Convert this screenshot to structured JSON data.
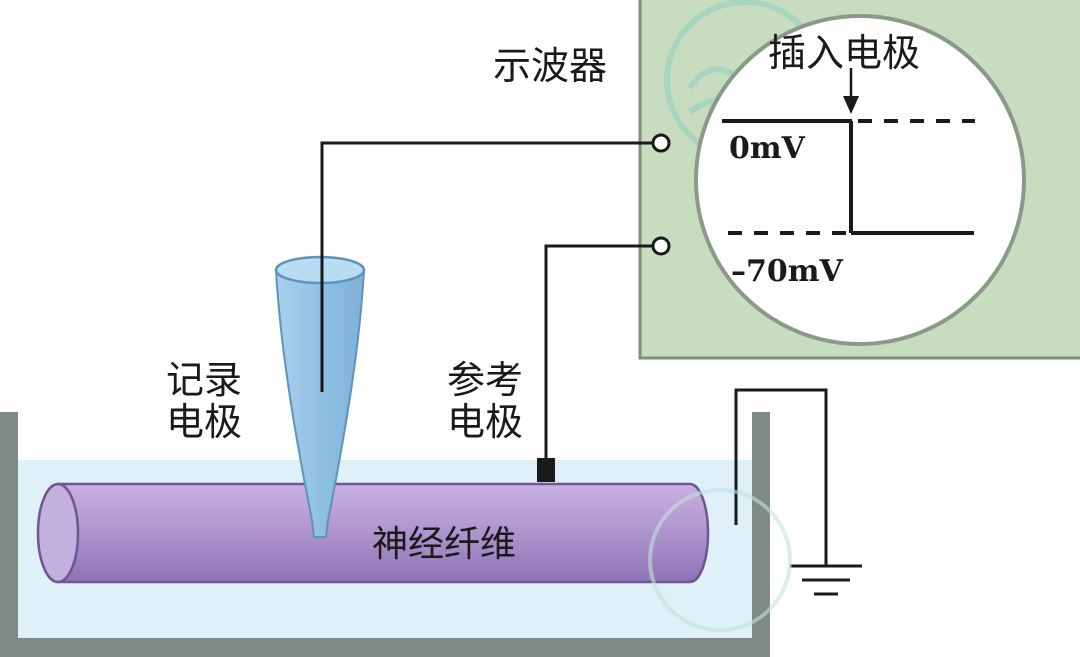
{
  "labels": {
    "oscilloscope": "示波器",
    "insert_electrode": "插入电极",
    "zero_mv": "0mV",
    "neg_70_mv": "–70mV",
    "recording_electrode_line1": "记录",
    "recording_electrode_line2": "电极",
    "reference_electrode_line1": "参考",
    "reference_electrode_line2": "电极",
    "nerve_fiber": "神经纤维"
  },
  "colors": {
    "oscilloscope_panel": "#c8dcc0",
    "screen_circle_border": "#8a9a88",
    "tray": "#7f8a84",
    "solution": "#dff0f8",
    "fiber_fill": "#b197cf",
    "fiber_edge": "#6e5690",
    "electrode_fill": "#8ebedf",
    "wire": "#1a1a1a",
    "watermark": "#9fd4c8"
  }
}
